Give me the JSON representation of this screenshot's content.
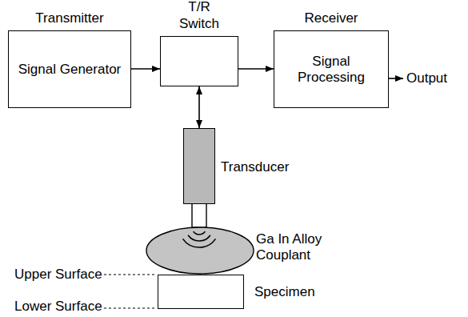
{
  "diagram": {
    "nodes": [
      {
        "text": [
          "Transmitter",
          "Signal Generator"
        ]
      },
      {
        "text": [
          "T/R Switch"
        ]
      },
      {
        "text": [
          "Receiver",
          "Signal Processing"
        ]
      },
      {
        "text": [
          "Transducer"
        ]
      },
      {
        "text": [
          "Ga In Alloy Couplant"
        ]
      },
      {
        "text": [
          "Specimen"
        ]
      }
    ],
    "edges": [
      {
        "from": 0,
        "to": 1,
        "arrow": "to"
      },
      {
        "from": 1,
        "to": 2,
        "arrow": "to"
      },
      {
        "from": 1,
        "to": 3,
        "arrow": "both"
      }
    ],
    "labels": [
      "Output",
      "Upper Surface",
      "Lower Surface"
    ]
  }
}
